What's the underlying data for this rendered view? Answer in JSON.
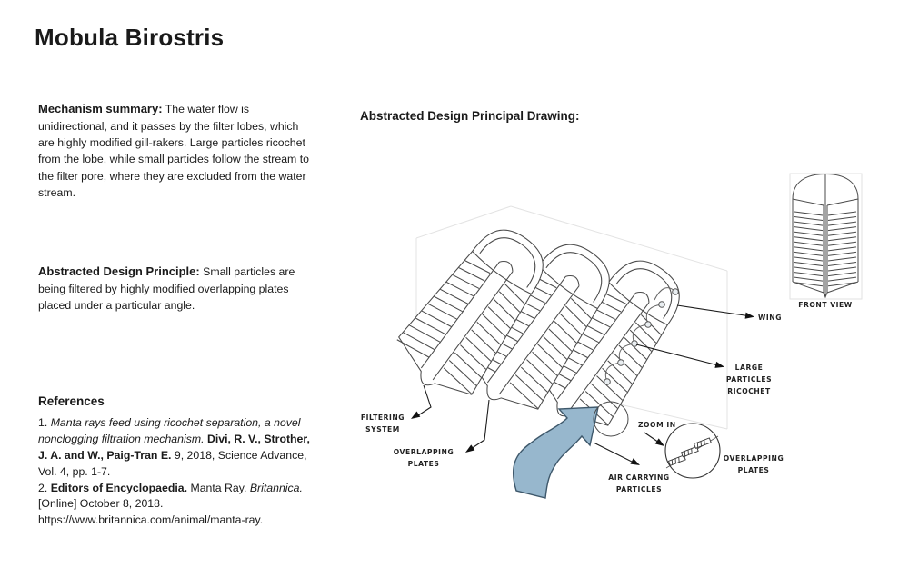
{
  "page": {
    "title": "Mobula Birostris"
  },
  "sections": {
    "mechanism": {
      "label": "Mechanism summary:",
      "text": "The water flow is unidirectional, and it passes by the filter lobes, which are highly modified gill-rakers. Large particles ricochet from the lobe, while small particles follow the stream to the filter pore, where they are excluded from the water stream."
    },
    "principle": {
      "label": "Abstracted Design Principle:",
      "text": "Small particles are being filtered by highly modified overlapping plates placed under a particular angle."
    },
    "references": {
      "heading": "References",
      "items": [
        {
          "num": "1.",
          "title_italic": "Manta rays feed using ricochet separation, a novel nonclogging filtration mechanism.",
          "authors_bold": "Divi, R. V., Strother, J. A. and W., Paig-Tran E.",
          "tail": "9, 2018, Science Advance, Vol. 4, pp. 1-7."
        },
        {
          "num": "2.",
          "authors_bold": "Editors of Encyclopaedia.",
          "mid": "Manta Ray.",
          "source_italic": "Britannica.",
          "tail": "[Online] October 8, 2018. https://www.britannica.com/animal/manta-ray."
        }
      ]
    }
  },
  "drawing": {
    "heading": "Abstracted Design Principal Drawing:",
    "labels": {
      "wing": "WING",
      "large_particles": [
        "LARGE",
        "PARTICLES",
        "RICOCHET"
      ],
      "filtering_system": [
        "FILTERING",
        "SYSTEM"
      ],
      "overlapping_plates": [
        "OVERLAPPING",
        "PLATES"
      ],
      "zoom_in": "ZOOM IN",
      "air_carrying": [
        "AIR CARRYING",
        "PARTICLES"
      ],
      "overlapping_plates_detail": [
        "OVERLAPPING",
        "PLATES"
      ],
      "front_view": "FRONT VIEW"
    },
    "colors": {
      "flow_arrow_blue": "#97b7cd",
      "ink": "#1a1a1a"
    }
  }
}
